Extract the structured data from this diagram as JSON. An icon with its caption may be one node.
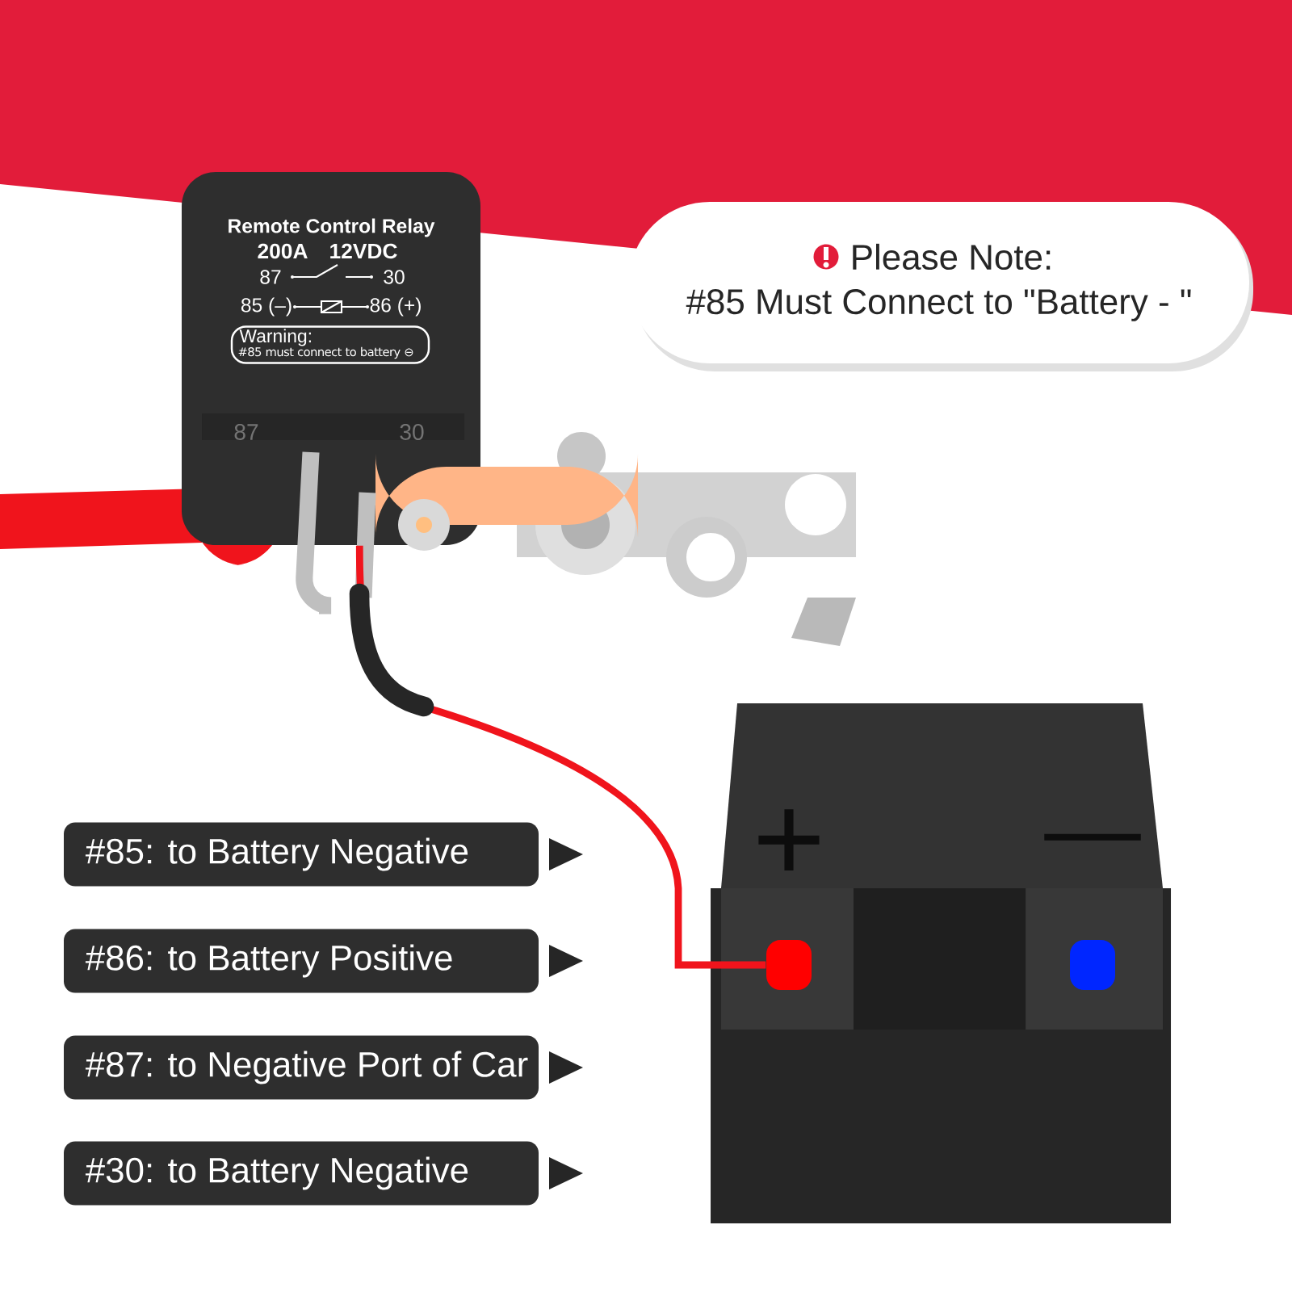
{
  "diagram": {
    "nodes": [
      {
        "text": [
          "Remote Control Relay",
          "200A",
          "12VDC",
          "87",
          "30",
          "85 (–)",
          "86 (+)"
        ]
      },
      {
        "text": [
          "Warning:",
          "#85 must connect to battery ⊖"
        ],
        "in": 0
      },
      {
        "text": [
          "Please Note:",
          "#85 Must Connect to \"Battery - \""
        ]
      },
      {
        "text": [
          "#85: to Battery Negative"
        ]
      },
      {
        "text": [
          "#86: to Battery Positive"
        ]
      },
      {
        "text": [
          "#87: to Negative Port of Car"
        ]
      },
      {
        "text": [
          "#30: to Battery Negative"
        ]
      },
      {
        "text": [
          "+",
          "—"
        ]
      },
      {
        "text": [],
        "shape": "cylinder",
        "in": 7
      },
      {
        "text": [],
        "shape": "cylinder",
        "in": 7
      }
    ],
    "edges": [
      {
        "from": 0,
        "to": 8,
        "arrow": "none"
      }
    ],
    "labels": [
      "87",
      "30"
    ]
  }
}
